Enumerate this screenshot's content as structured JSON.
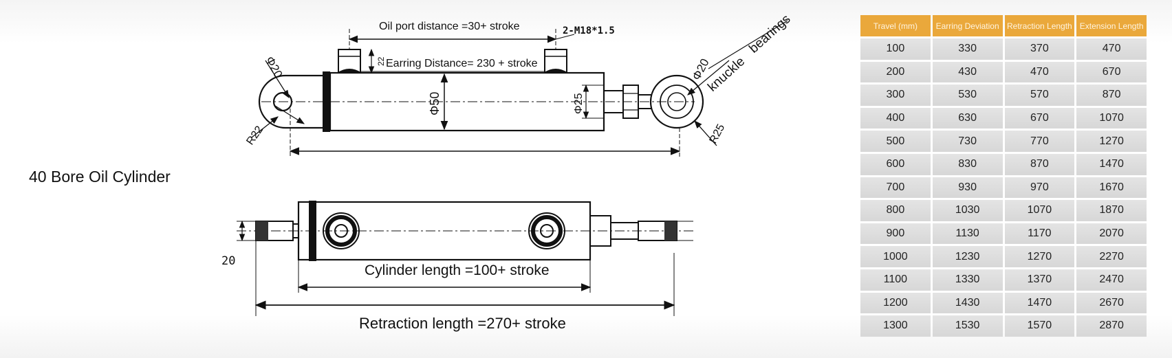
{
  "title": "40 Bore Oil Cylinder",
  "top_view": {
    "oil_port_label": "Oil port distance =30+ stroke",
    "port_spec": "2-M18*1.5",
    "port_height": "22",
    "earring_label": "Earring Distance= 230 + stroke",
    "bore_dia": "Φ50",
    "left_pin_dia": "Φ20",
    "left_radius": "R22",
    "rod_dia": "Φ25",
    "right_pin_dia": "Φ20",
    "right_radius": "R25",
    "knuckle_label": "knuckle",
    "bearings_label": "bearings"
  },
  "side_view": {
    "earring_width": "20",
    "cylinder_length_label": "Cylinder length =100+ stroke",
    "retraction_length_label": "Retraction length =270+ stroke"
  },
  "table": {
    "headers": [
      "Travel (mm)",
      "Earring Deviation",
      "Retraction Length",
      "Extension Length"
    ],
    "rows": [
      [
        "100",
        "330",
        "370",
        "470"
      ],
      [
        "200",
        "430",
        "470",
        "670"
      ],
      [
        "300",
        "530",
        "570",
        "870"
      ],
      [
        "400",
        "630",
        "670",
        "1070"
      ],
      [
        "500",
        "730",
        "770",
        "1270"
      ],
      [
        "600",
        "830",
        "870",
        "1470"
      ],
      [
        "700",
        "930",
        "970",
        "1670"
      ],
      [
        "800",
        "1030",
        "1070",
        "1870"
      ],
      [
        "900",
        "1130",
        "1170",
        "2070"
      ],
      [
        "1000",
        "1230",
        "1270",
        "2270"
      ],
      [
        "1100",
        "1330",
        "1370",
        "2470"
      ],
      [
        "1200",
        "1430",
        "1470",
        "2670"
      ],
      [
        "1300",
        "1530",
        "1570",
        "2870"
      ]
    ]
  },
  "colors": {
    "header_bg": "#eaa83b",
    "cell_bg": "#dcdcdc",
    "line": "#111111"
  }
}
